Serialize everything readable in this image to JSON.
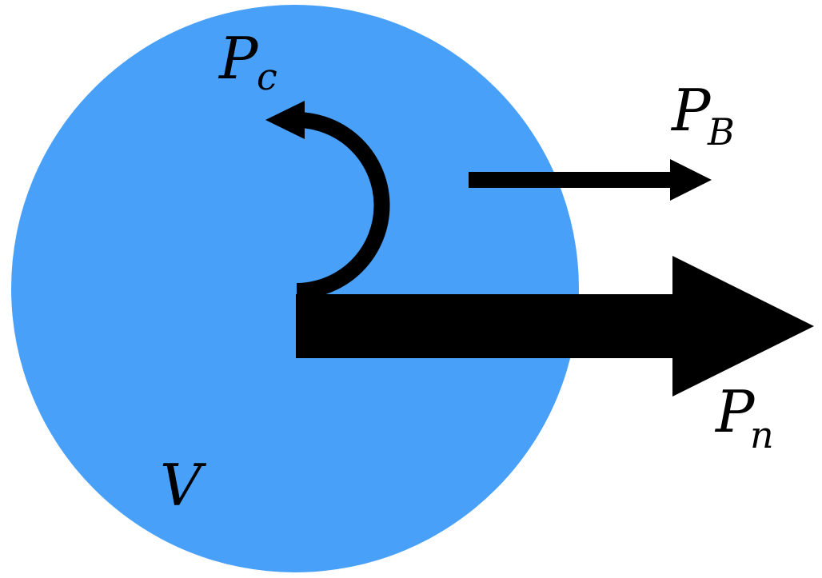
{
  "colors": {
    "volume_fill": "#48A0F8",
    "arrow": "#000000",
    "background": "#FFFFFF"
  },
  "labels": {
    "volume": "V",
    "pc_main": "P",
    "pc_sub": "c",
    "pb_main": "P",
    "pb_sub": "B",
    "pn_main": "P",
    "pn_sub": "n"
  }
}
